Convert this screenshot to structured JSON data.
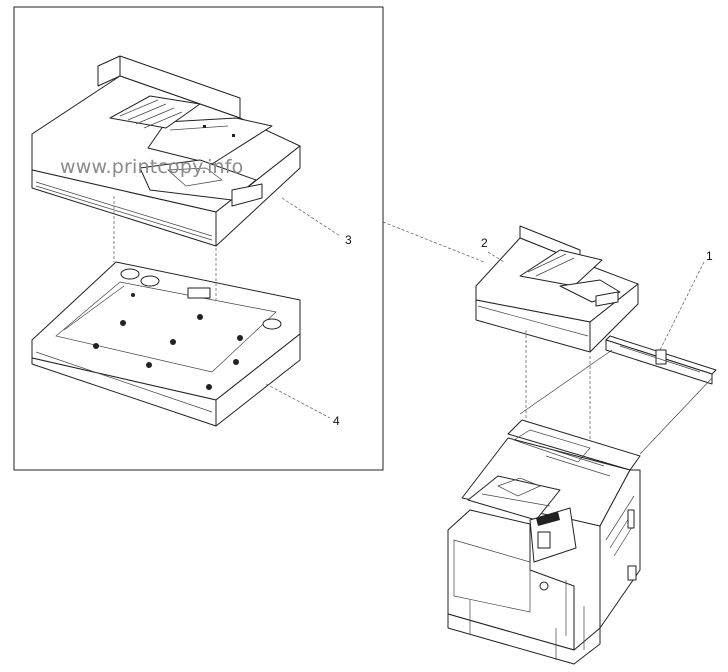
{
  "watermark": "www.printcopy.info",
  "callouts": [
    {
      "id": "1",
      "label": "1"
    },
    {
      "id": "2",
      "label": "2"
    },
    {
      "id": "3",
      "label": "3"
    },
    {
      "id": "4",
      "label": "4"
    }
  ]
}
